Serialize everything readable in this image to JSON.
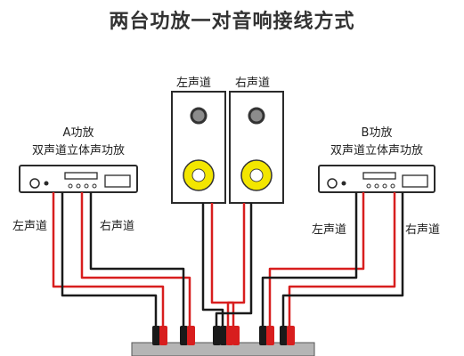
{
  "title": "两台功放一对音响接线方式",
  "amp_a": {
    "name": "A功放",
    "subtitle": "双声道立体声功放",
    "left_channel": "左声道",
    "right_channel": "右声道"
  },
  "amp_b": {
    "name": "B功放",
    "subtitle": "双声道立体声功放",
    "left_channel": "左声道",
    "right_channel": "右声道"
  },
  "speakers": {
    "left_label": "左声道",
    "right_label": "右声道"
  },
  "colors": {
    "wire_red": "#d81e1e",
    "wire_black": "#1a1a1a",
    "woofer_yellow": "#f3e600",
    "outline": "#2a2a2a",
    "tweeter_grey": "#8c8c8c"
  }
}
